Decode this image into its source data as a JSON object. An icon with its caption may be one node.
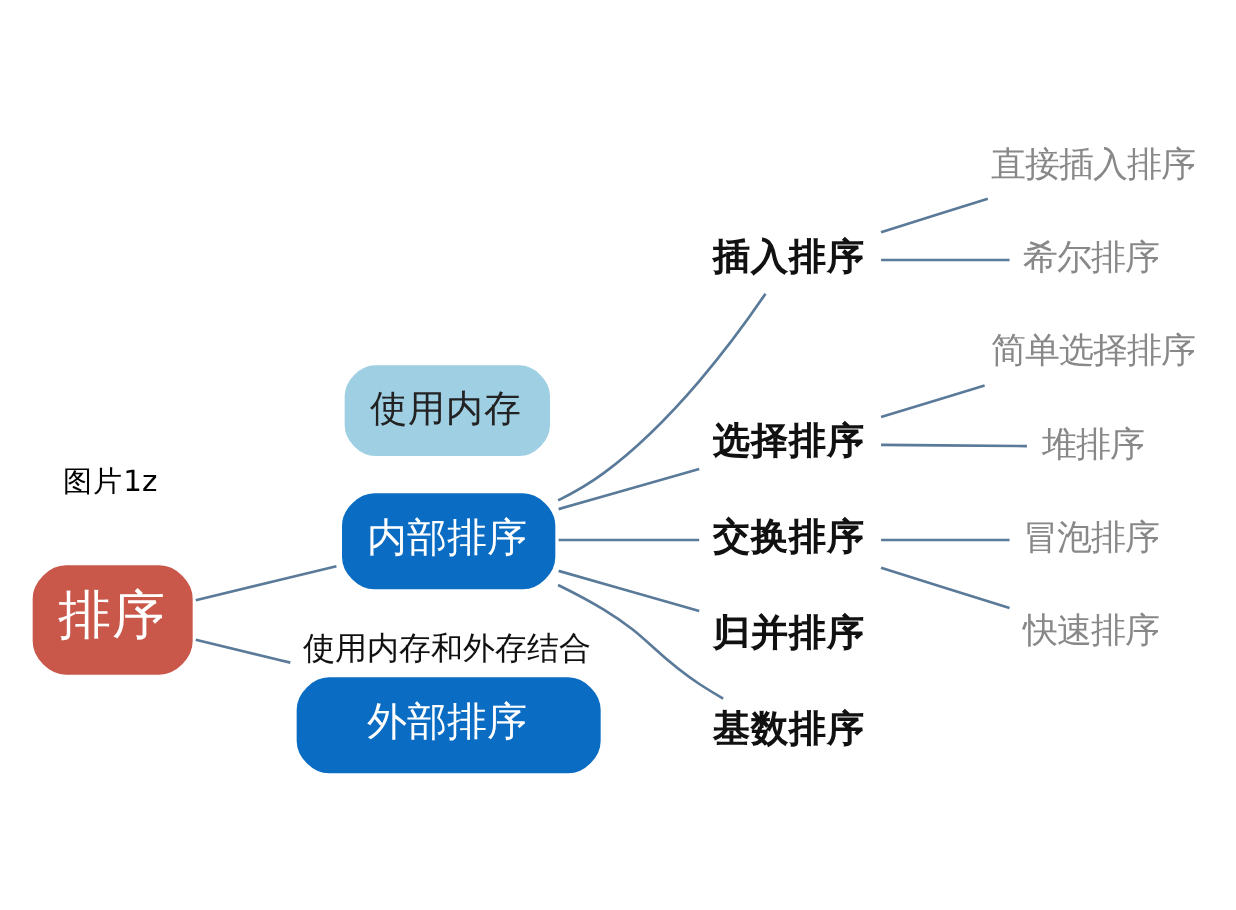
{
  "diagram": {
    "nodes": [
      {
        "text": [
          "排序"
        ]
      },
      {
        "text": [
          "使用内存"
        ]
      },
      {
        "text": [
          "内部排序"
        ]
      },
      {
        "text": [
          "外部排序"
        ],
        "beside": [
          "使用内存和外存结合"
        ]
      },
      {
        "text": [
          "插入排序"
        ]
      },
      {
        "text": [
          "选择排序"
        ]
      },
      {
        "text": [
          "交换排序"
        ]
      },
      {
        "text": [
          "归并排序"
        ]
      },
      {
        "text": [
          "基数排序"
        ]
      },
      {
        "text": [
          "直接插入排序"
        ]
      },
      {
        "text": [
          "希尔排序"
        ]
      },
      {
        "text": [
          "简单选择排序"
        ]
      },
      {
        "text": [
          "堆排序"
        ]
      },
      {
        "text": [
          "冒泡排序"
        ]
      },
      {
        "text": [
          "快速排序"
        ]
      }
    ],
    "edges": [
      {
        "from": 0,
        "to": 2,
        "arrow": "none"
      },
      {
        "from": 0,
        "to": 3,
        "arrow": "none"
      },
      {
        "from": 2,
        "to": 4,
        "arrow": "none"
      },
      {
        "from": 2,
        "to": 5,
        "arrow": "none"
      },
      {
        "from": 2,
        "to": 6,
        "arrow": "none"
      },
      {
        "from": 2,
        "to": 7,
        "arrow": "none"
      },
      {
        "from": 2,
        "to": 8,
        "arrow": "none"
      },
      {
        "from": 4,
        "to": 9,
        "arrow": "none"
      },
      {
        "from": 4,
        "to": 10,
        "arrow": "none"
      },
      {
        "from": 5,
        "to": 11,
        "arrow": "none"
      },
      {
        "from": 5,
        "to": 12,
        "arrow": "none"
      },
      {
        "from": 6,
        "to": 13,
        "arrow": "none"
      },
      {
        "from": 6,
        "to": 14,
        "arrow": "none"
      }
    ],
    "labels": [
      "图片1z"
    ]
  }
}
